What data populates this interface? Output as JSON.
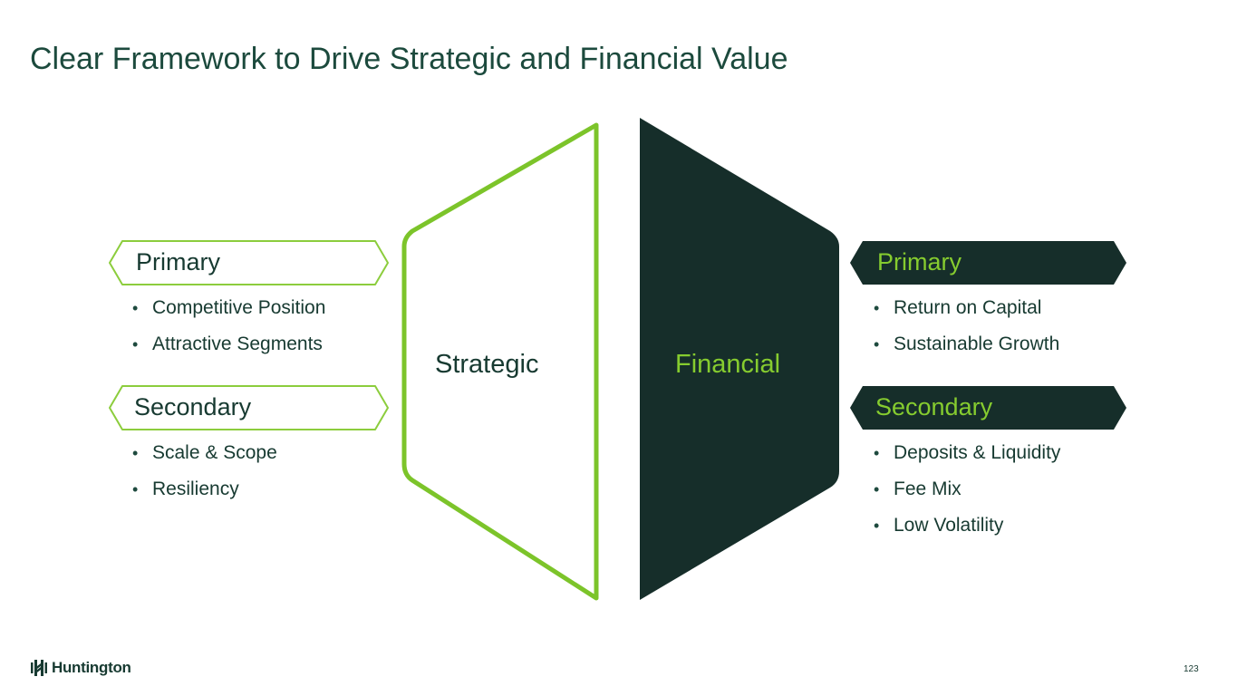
{
  "title": "Clear Framework to Drive Strategic and Financial Value",
  "strategic": {
    "label": "Strategic",
    "primary": {
      "label": "Primary",
      "items": [
        "Competitive Position",
        "Attractive Segments"
      ]
    },
    "secondary": {
      "label": "Secondary",
      "items": [
        "Scale & Scope",
        "Resiliency"
      ]
    }
  },
  "financial": {
    "label": "Financial",
    "primary": {
      "label": "Primary",
      "items": [
        "Return on Capital",
        "Sustainable Growth"
      ]
    },
    "secondary": {
      "label": "Secondary",
      "items": [
        "Deposits & Liquidity",
        "Fee Mix",
        "Low Volatility"
      ]
    }
  },
  "footer": {
    "logo": "Huntington",
    "page_number": "123"
  },
  "colors": {
    "dark": "#162e2a",
    "lime": "#7cc42a",
    "title": "#1c4a3d"
  }
}
